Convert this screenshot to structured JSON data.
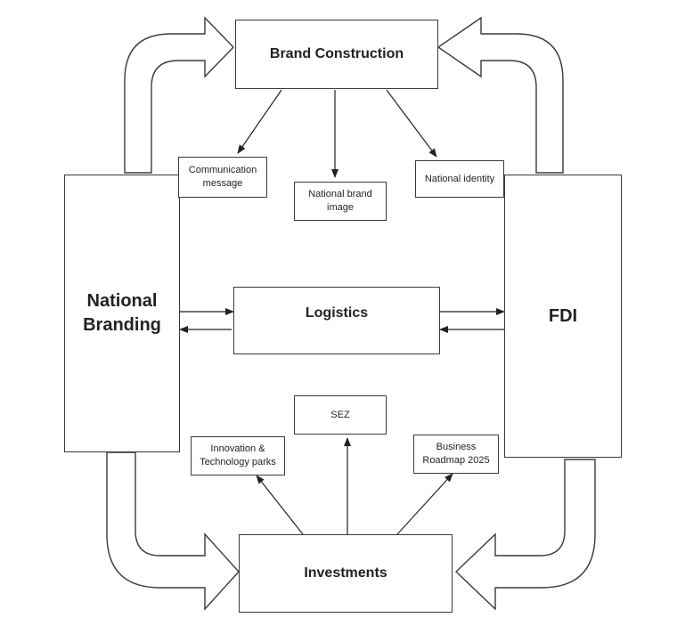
{
  "diagram": {
    "nodes": {
      "brand_construction": "Brand Construction",
      "national_branding": "National\nBranding",
      "fdi": "FDI",
      "logistics": "Logistics",
      "investments": "Investments",
      "communication_message": "Communication\nmessage",
      "national_brand_image": "National brand\nimage",
      "national_identity": "National identity",
      "sez": "SEZ",
      "innovation_parks": "Innovation &\nTechnology parks",
      "business_roadmap": "Business\nRoadmap 2025"
    }
  }
}
